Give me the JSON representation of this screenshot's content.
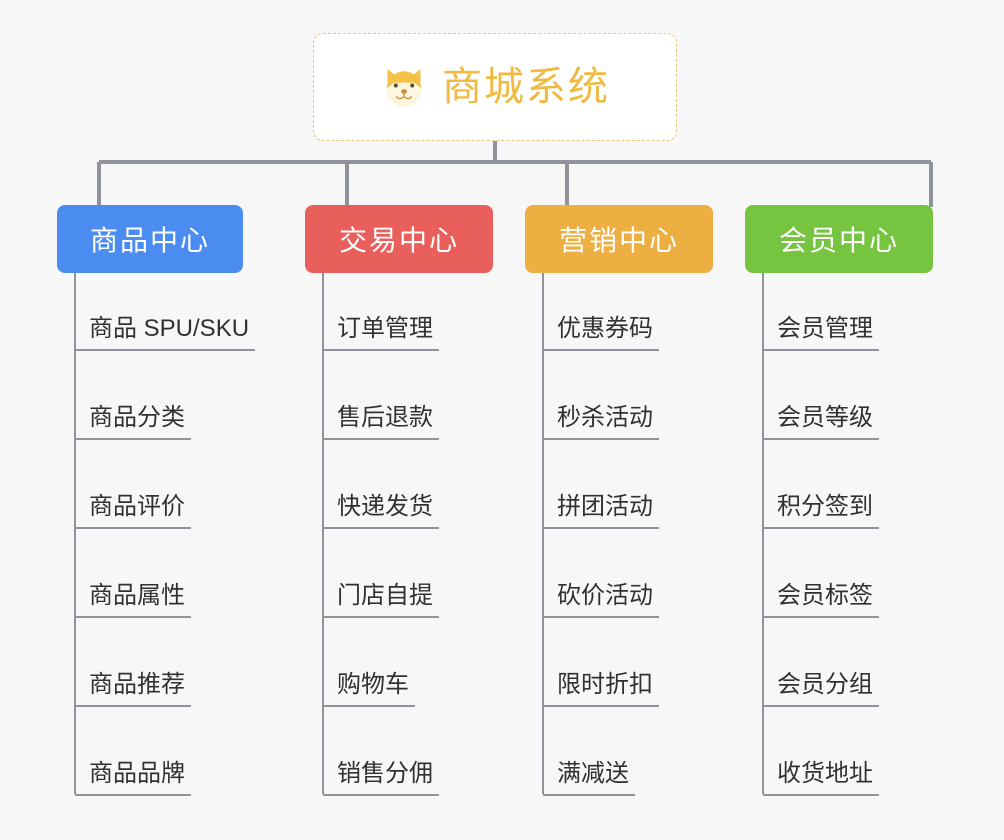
{
  "diagram": {
    "type": "mindmap-org-chart",
    "background_color": "#f7f7f7",
    "connector_color": "#909399",
    "root": {
      "title": "商城系统",
      "icon": "shiba-dog-face-icon",
      "border_style": "dashed",
      "border_color": "#eec27a",
      "text_color": "#f0b93f",
      "background_color": "#ffffff"
    },
    "branches": [
      {
        "label": "商品中心",
        "color": "#4a8cf0",
        "text_color": "#ffffff",
        "items": [
          "商品 SPU/SKU",
          "商品分类",
          "商品评价",
          "商品属性",
          "商品推荐",
          "商品品牌"
        ]
      },
      {
        "label": "交易中心",
        "color": "#e95f5c",
        "text_color": "#ffffff",
        "items": [
          "订单管理",
          "售后退款",
          "快递发货",
          "门店自提",
          "购物车",
          "销售分佣"
        ]
      },
      {
        "label": "营销中心",
        "color": "#edaf41",
        "text_color": "#ffffff",
        "items": [
          "优惠券码",
          "秒杀活动",
          "拼团活动",
          "砍价活动",
          "限时折扣",
          "满减送"
        ]
      },
      {
        "label": "会员中心",
        "color": "#76c440",
        "text_color": "#ffffff",
        "items": [
          "会员管理",
          "会员等级",
          "积分签到",
          "会员标签",
          "会员分组",
          "收货地址"
        ]
      }
    ]
  }
}
